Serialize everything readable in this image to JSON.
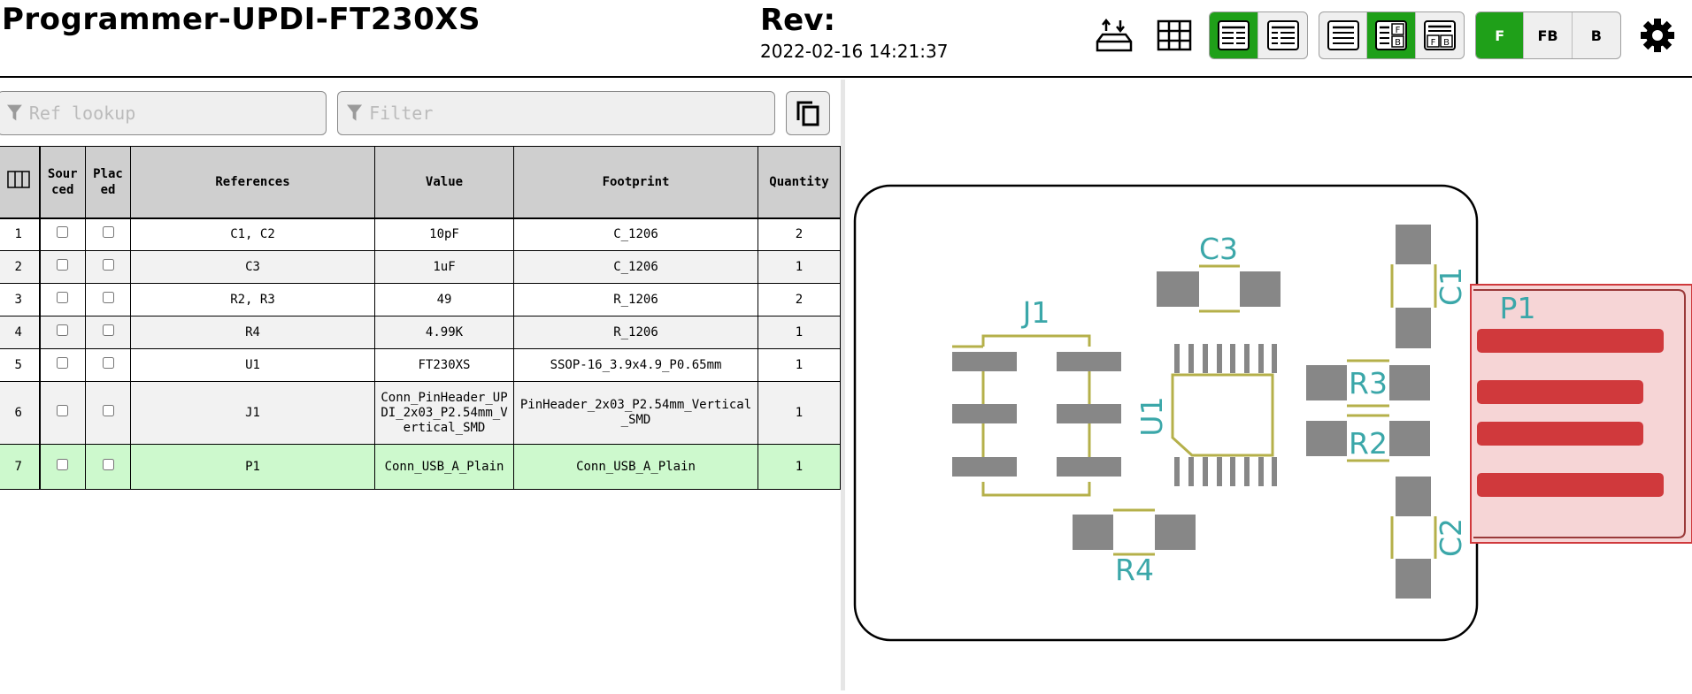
{
  "header": {
    "title": "Programmer-UPDI-FT230XS",
    "rev_label": "Rev:",
    "date": "2022-02-16 14:21:37"
  },
  "toolbar": {
    "icons": [
      "load-save-icon",
      "grid-icon",
      "bom-left-right-icon",
      "bom-top-bottom-icon",
      "bom-only-icon",
      "bom-left-fb-icon",
      "bom-top-fb-icon",
      "settings-icon"
    ],
    "layers": [
      "F",
      "FB",
      "B"
    ],
    "active_layer": "F",
    "accent": "#1fa019"
  },
  "search": {
    "ref_placeholder": "Ref lookup",
    "filter_placeholder": "Filter"
  },
  "bom": {
    "columns": [
      "Sourced",
      "Placed",
      "References",
      "Value",
      "Footprint",
      "Quantity"
    ],
    "header_lines": {
      "sourced": [
        "Sour",
        "ced"
      ],
      "placed": [
        "Plac",
        "ed"
      ]
    },
    "rows": [
      {
        "num": "1",
        "refs": "C1, C2",
        "value": "10pF",
        "footprint": "C_1206",
        "qty": "2"
      },
      {
        "num": "2",
        "refs": "C3",
        "value": "1uF",
        "footprint": "C_1206",
        "qty": "1"
      },
      {
        "num": "3",
        "refs": "R2, R3",
        "value": "49",
        "footprint": "R_1206",
        "qty": "2"
      },
      {
        "num": "4",
        "refs": "R4",
        "value": "4.99K",
        "footprint": "R_1206",
        "qty": "1"
      },
      {
        "num": "5",
        "refs": "U1",
        "value": "FT230XS",
        "footprint": "SSOP-16_3.9x4.9_P0.65mm",
        "qty": "1"
      },
      {
        "num": "6",
        "refs": "J1",
        "value": "Conn_PinHeader_UPDI_2x03_P2.54mm_Vertical_SMD",
        "footprint": "PinHeader_2x03_P2.54mm_Vertical_SMD",
        "qty": "1"
      },
      {
        "num": "7",
        "refs": "P1",
        "value": "Conn_USB_A_Plain",
        "footprint": "Conn_USB_A_Plain",
        "qty": "1"
      }
    ],
    "highlight_color": "#cdf9cd"
  },
  "pcb": {
    "labels": {
      "j1": "J1",
      "c3": "C3",
      "c1": "C1",
      "u1": "U1",
      "r3": "R3",
      "r2": "R2",
      "r4": "R4",
      "c2": "C2",
      "p1": "P1"
    },
    "silkscreen_color": "#3ba7a9",
    "outline_color": "#b5b04a",
    "pad_color": "#878787",
    "highlight_pad_color": "#d0393c"
  }
}
